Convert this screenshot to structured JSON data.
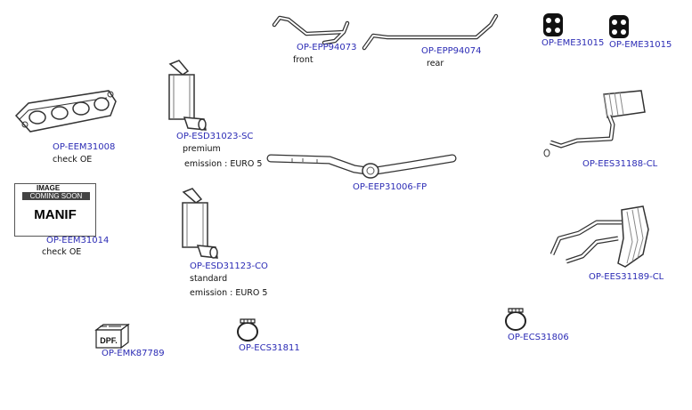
{
  "parts": {
    "epp94073": {
      "code": "OP-EPP94073",
      "note": "front"
    },
    "epp94074": {
      "code": "OP-EPP94074",
      "note": "rear"
    },
    "eme31015a": {
      "code": "OP-EME31015"
    },
    "eme31015b": {
      "code": "OP-EME31015"
    },
    "eem31008": {
      "code": "OP-EEM31008",
      "note": "check OE"
    },
    "esd31023": {
      "code": "OP-ESD31023-SC",
      "note1": "premium",
      "note2": "emission : EURO 5"
    },
    "eep31006": {
      "code": "OP-EEP31006-FP"
    },
    "ees31188": {
      "code": "OP-EES31188-CL"
    },
    "eem31014": {
      "code": "OP-EEM31014",
      "note": "check OE",
      "placeholder_top1": "IMAGE",
      "placeholder_top2": "COMING SOON",
      "placeholder_main": "MANIF"
    },
    "esd31123": {
      "code": "OP-ESD31123-CO",
      "note1": "standard",
      "note2": "emission : EURO 5"
    },
    "ees31189": {
      "code": "OP-EES31189-CL"
    },
    "emk87789": {
      "code": "OP-EMK87789",
      "box_label": "DPF."
    },
    "ecs31811": {
      "code": "OP-ECS31811"
    },
    "ecs31806": {
      "code": "OP-ECS31806"
    }
  },
  "colors": {
    "code_text": "#2b2bb5",
    "line_art": "#333333"
  },
  "icons": {
    "epp94073": "pipe-icon",
    "epp94074": "pipe-icon",
    "eme": "rubber-hanger-icon",
    "eem31008": "exhaust-manifold-icon",
    "esd": "dpf-catalyst-icon",
    "eep31006": "front-pipe-icon",
    "ees31188": "rear-silencer-icon",
    "ees31189": "middle-silencer-icon",
    "emk87789": "mounting-kit-box-icon",
    "ecs": "clamp-icon"
  }
}
